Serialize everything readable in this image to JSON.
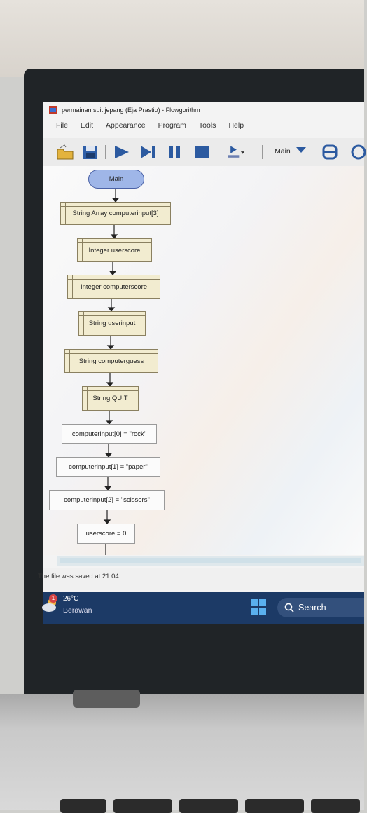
{
  "window": {
    "title": "permainan suit jepang (Eja Prastio) - Flowgorithm"
  },
  "menu": [
    "File",
    "Edit",
    "Appearance",
    "Program",
    "Tools",
    "Help"
  ],
  "toolbar": {
    "function_select": "Main"
  },
  "flowchart": {
    "start": "Main",
    "nodes": [
      "String Array computerinput[3]",
      "Integer userscore",
      "Integer computerscore",
      "String userinput",
      "String computerguess",
      "String QUIT",
      "computerinput[0] = \"rock\"",
      "computerinput[1] = \"paper\"",
      "computerinput[2] = \"scissors\"",
      "userscore = 0"
    ]
  },
  "status": {
    "text": "The file was saved at 21:04."
  },
  "taskbar": {
    "weather": {
      "badge": "1",
      "temp": "26°C",
      "condition": "Berawan"
    },
    "search_label": "Search"
  },
  "colors": {
    "terminal": "#9fb6e8",
    "declare": "#f2ecd0",
    "taskbar": "#1c3a66"
  }
}
